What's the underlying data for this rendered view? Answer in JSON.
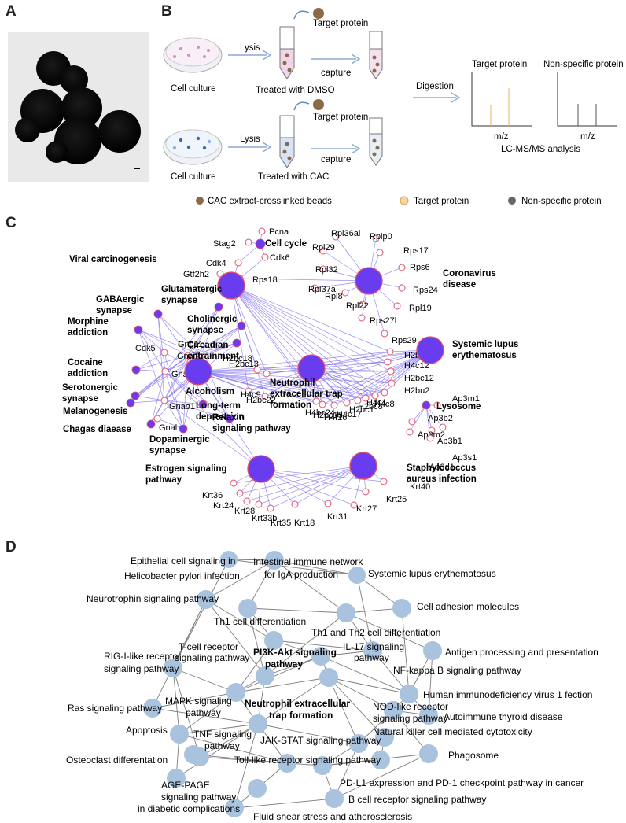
{
  "panels": {
    "a": "A",
    "b": "B",
    "c": "C",
    "d": "D"
  },
  "panel_b": {
    "cell_culture": "Cell culture",
    "lysis": "Lysis",
    "target_protein": "Target protein",
    "capture": "capture",
    "treated_dmso": "Treated with DMSO",
    "treated_cac": "Treated with CAC",
    "digestion": "Digestion",
    "plot_target": "Target protein",
    "plot_nonspecific": "Non-specific protein",
    "mz": "m/z",
    "lcms": "LC-MS/MS analysis",
    "legend_beads": "CAC extract-crosslinked beads",
    "legend_target": "Target protein",
    "legend_nonspecific": "Non-specific protein"
  },
  "panel_c": {
    "hubs": [
      "Cell cycle",
      "Viral carcinogenesis",
      "Coronavirus disease",
      "Systemic lupus erythematosus",
      "Neutrophil extracellular trap formation",
      "Alcoholism",
      "Estrogen signaling pathway",
      "Staphylococcus aureus infection",
      "Lysosome",
      "Glutamatergic synapse",
      "GABAergic synapse",
      "Morphine addiction",
      "Cholinergic synapse",
      "Circadian entrainment",
      "Cocaine addiction",
      "Serotonergic synapse",
      "Melanogenesis",
      "Chagas diaease",
      "Dopaminergic synapse",
      "Long-term depression",
      "Relaxin signaling pathway"
    ],
    "genes": [
      "Pcna",
      "Stag2",
      "Cdk4",
      "Cdk6",
      "Gtf2h2",
      "Rps18",
      "Rpl36al",
      "Rplp0",
      "Rpl29",
      "Rps17",
      "Rpl32",
      "Rps6",
      "Rpl37a",
      "Rps24",
      "Rpl8",
      "Rpl22",
      "Rpl19",
      "Rps27l",
      "Rps29",
      "Cdk5",
      "Gng11",
      "Gnai2",
      "Gnai1",
      "Gnao1",
      "Gnal",
      "H2bc23",
      "H4c12",
      "H2bc12",
      "H2bu2",
      "H4c8",
      "H4c1",
      "H2bc8",
      "H2bc1",
      "H4c17",
      "H4f16",
      "H2bc15",
      "H4bc24",
      "H2bc22",
      "H4c9",
      "H2bc13",
      "H2bc18",
      "Ap3m1",
      "Ap3b2",
      "Ap3b1",
      "Ap3m2",
      "Ap3s1",
      "Ap3d1",
      "Krt36",
      "Krt24",
      "Krt28",
      "Krt33b",
      "Krt35",
      "Krt18",
      "Krt31",
      "Krt27",
      "Krt25",
      "Krt40"
    ]
  },
  "panel_d": {
    "nodes": [
      "Epithelial cell signaling in",
      "Helicobacter pylori infection",
      "Intestinal immune network",
      "for IgA production",
      "Systemic lupus erythematosus",
      "Cell adhesion molecules",
      "Neurotrophin signaling pathway",
      "Th1 cell differentiation",
      "Th1 and Th2 cell differentiation",
      "IL-17 signaling",
      "pathway",
      "T-cell receptor",
      "signaling pathway",
      "PI3K-Akt signaling",
      "pathway",
      "Antigen processing and presentation",
      "RIG-I-like receptor",
      "signaling pathway",
      "NF-kappa B signaling pathway",
      "Ras signaling pathway",
      "MAPK signaling",
      "pathway",
      "Neutrophil extracellular",
      "trap formation",
      "Human immunodeficiency virus 1 fection",
      "NOD-like receptor",
      "signaling pathway",
      "Autoimmune thyroid disease",
      "Apoptosis",
      "Natural killer cell mediated cytotoxicity",
      "TNF signaling",
      "pathway",
      "JAK-STAT signaling pathway",
      "Osteoclast differentation",
      "Toll-like receptor signaling pathway",
      "Phagosome",
      "AGE-PAGE",
      "signaling pathway",
      "in diabetic complications",
      "PD-L1 expression and PD-1 checkpoint pathway in cancer",
      "B cell receptor signaling pathway",
      "Fluid shear stress and atherosclerosis"
    ]
  },
  "colors": {
    "hub": "#6a3cf0",
    "node_outline": "#e0506a",
    "edge": "#7a6af0",
    "d_node": "#a9c3df",
    "d_edge": "#7d7d7d"
  }
}
